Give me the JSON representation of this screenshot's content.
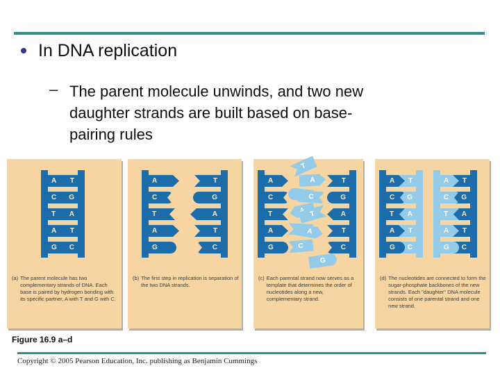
{
  "slide": {
    "title": "In DNA replication",
    "subtitle_dash": "–",
    "subtitle_lines": [
      "The parent molecule unwinds, and two new",
      "daughter strands are built based on base-",
      "pairing rules"
    ],
    "figure_label": "Figure 16.9 a–d",
    "copyright": "Copyright © 2005 Pearson Education, Inc. publishing as Benjamin Cummings"
  },
  "colors": {
    "divider_teal": "#2E9090",
    "panel_background": "#F6D5A2",
    "parental_strand_dark_blue": "#1C6CA9",
    "new_strand_light_blue": "#94CBE9",
    "base_letter_cream": "#F6F0D8",
    "bullet_navy": "#343487"
  },
  "panels": [
    {
      "id": "a",
      "caption_label": "(a)",
      "caption": "The parent molecule has two complementary strands of DNA. Each base is paired by hydrogen bonding with its specific partner, A with T and G with C.",
      "type": "joined-ladder",
      "base_pairs": [
        [
          "A",
          "T"
        ],
        [
          "C",
          "G"
        ],
        [
          "T",
          "A"
        ],
        [
          "A",
          "T"
        ],
        [
          "G",
          "C"
        ]
      ]
    },
    {
      "id": "b",
      "caption_label": "(b)",
      "caption": "The first step in replication is separation of the two DNA strands.",
      "type": "separated-strands",
      "left_strand": [
        "A",
        "C",
        "T",
        "A",
        "G"
      ],
      "right_strand": [
        "T",
        "G",
        "A",
        "T",
        "C"
      ]
    },
    {
      "id": "c",
      "caption_label": "(c)",
      "caption": "Each parental strand now serves as a template that determines the order of nucleotides along a new, complementary strand.",
      "type": "templating",
      "left_parent_strand": [
        "A",
        "C",
        "T",
        "A",
        "G"
      ],
      "left_new_nucleotides": [
        "T",
        "G",
        "A",
        "T",
        "C"
      ],
      "right_new_nucleotides": [
        "A",
        "C",
        "T",
        "A"
      ],
      "right_parent_strand": [
        "T",
        "G",
        "A",
        "T",
        "C"
      ],
      "free_nucleotide": "G"
    },
    {
      "id": "d",
      "caption_label": "(d)",
      "caption": "The nucleotides are connected to form the sugar-phosphate backbones of the new strands. Each \"daughter\" DNA molecule consists of one parental strand and one new strand.",
      "type": "daughter-molecules",
      "molecules": [
        {
          "parental_strand": "left",
          "base_pairs": [
            [
              "A",
              "T"
            ],
            [
              "C",
              "G"
            ],
            [
              "T",
              "A"
            ],
            [
              "A",
              "T"
            ],
            [
              "G",
              "C"
            ]
          ]
        },
        {
          "parental_strand": "right",
          "base_pairs": [
            [
              "A",
              "T"
            ],
            [
              "C",
              "G"
            ],
            [
              "T",
              "A"
            ],
            [
              "A",
              "T"
            ],
            [
              "G",
              "C"
            ]
          ]
        }
      ]
    }
  ]
}
